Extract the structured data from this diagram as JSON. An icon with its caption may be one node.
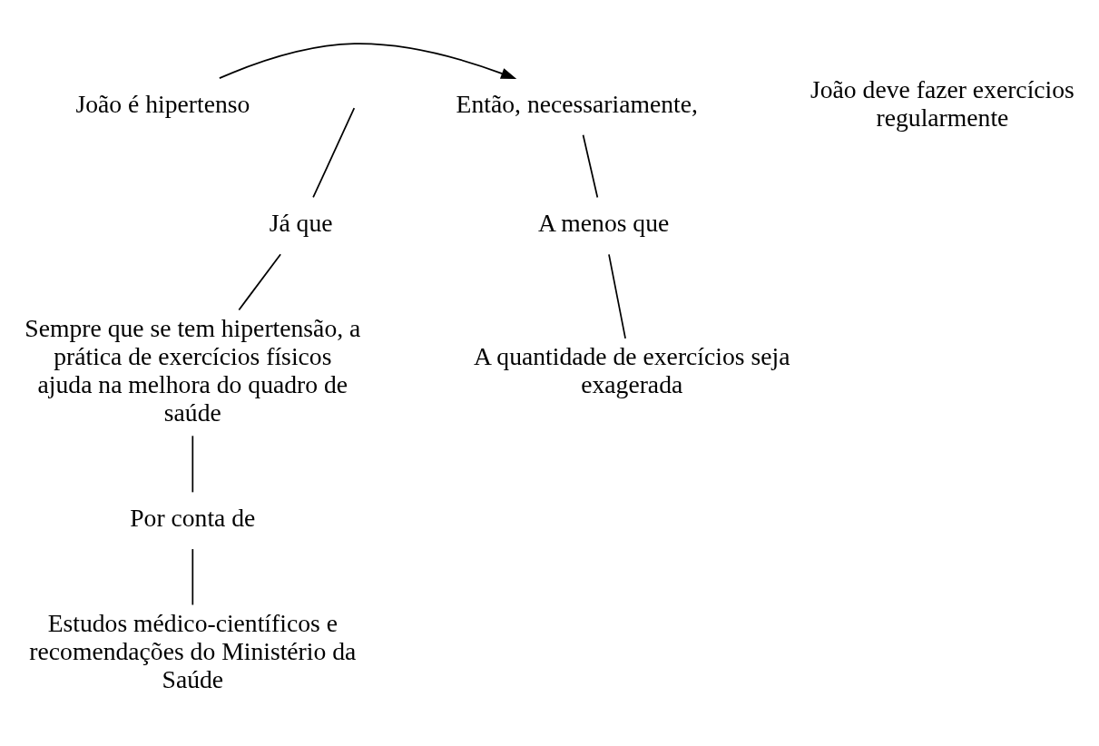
{
  "diagram": {
    "nodes": [
      {
        "text": [
          "João é hipertenso"
        ]
      },
      {
        "text": [
          "Então, necessariamente,"
        ]
      },
      {
        "text": [
          "Já que"
        ]
      },
      {
        "text": [
          "Sempre que se tem hipertensão, a prática de exercícios físicos ajuda na melhora do quadro de saúde"
        ]
      },
      {
        "text": [
          "Por conta de"
        ]
      },
      {
        "text": [
          "Estudos médico-científicos e recomendações do Ministério da Saúde"
        ]
      },
      {
        "text": [
          "A menos que"
        ]
      },
      {
        "text": [
          "A quantidade de exercícios seja exagerada"
        ]
      }
    ],
    "edges": [
      {
        "from": 0,
        "to": 1,
        "arrow": "to"
      },
      {
        "from": null,
        "to": 2,
        "arrow": "none"
      },
      {
        "from": 2,
        "to": 3,
        "arrow": "none"
      },
      {
        "from": 3,
        "to": 4,
        "arrow": "none"
      },
      {
        "from": 4,
        "to": 5,
        "arrow": "none"
      },
      {
        "from": 1,
        "to": 6,
        "arrow": "none"
      },
      {
        "from": 6,
        "to": 7,
        "arrow": "none"
      }
    ],
    "labels": [
      "João deve fazer exercícios regularmente"
    ]
  }
}
